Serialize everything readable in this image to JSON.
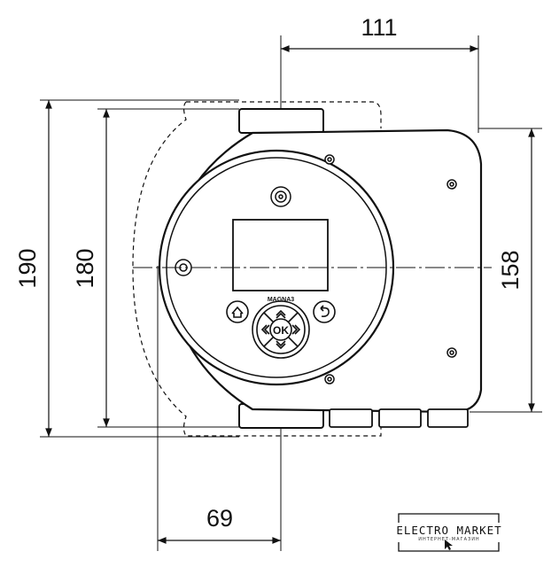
{
  "dimensions": {
    "width_right": "111",
    "height_total": "190",
    "height_body": "180",
    "height_right": "158",
    "width_left": "69"
  },
  "device": {
    "brand_label": "MAGNA3",
    "ok_button": "OK"
  },
  "watermark": {
    "title": "ELECTRO MARKET",
    "subtitle": "ИНТЕРНЕТ-МАГАЗИН"
  }
}
